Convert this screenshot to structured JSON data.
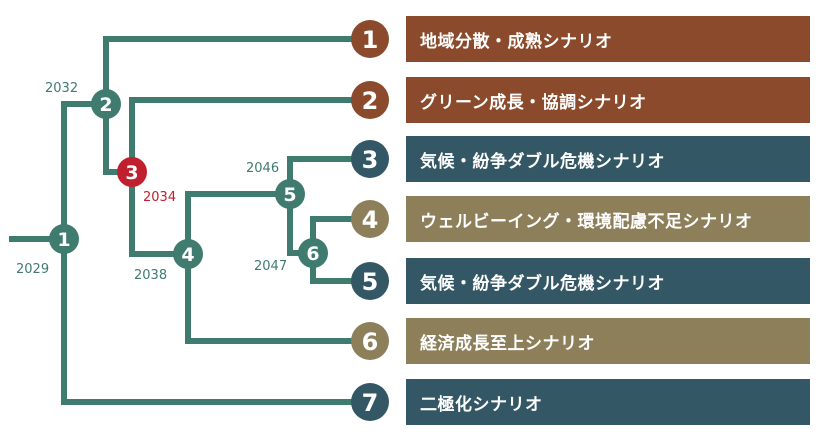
{
  "colors": {
    "branch": "#3f7b6f",
    "highlight": "#c0202e",
    "brown": "#8a4a2b",
    "teal": "#335764",
    "olive": "#8d7f5a"
  },
  "nodes": [
    {
      "label": "1",
      "year": "2029"
    },
    {
      "label": "2",
      "year": "2032"
    },
    {
      "label": "3",
      "year": "2034"
    },
    {
      "label": "4",
      "year": "2038"
    },
    {
      "label": "5",
      "year": "2046"
    },
    {
      "label": "6",
      "year": "2047"
    }
  ],
  "scenarios": [
    {
      "num": "1",
      "title": "地域分散・成熟シナリオ",
      "color": "brown"
    },
    {
      "num": "2",
      "title": "グリーン成長・協調シナリオ",
      "color": "brown"
    },
    {
      "num": "3",
      "title": "気候・紛争ダブル危機シナリオ",
      "color": "teal"
    },
    {
      "num": "4",
      "title": "ウェルビーイング・環境配慮不足シナリオ",
      "color": "olive"
    },
    {
      "num": "5",
      "title": "気候・紛争ダブル危機シナリオ",
      "color": "teal"
    },
    {
      "num": "6",
      "title": "経済成長至上シナリオ",
      "color": "olive"
    },
    {
      "num": "7",
      "title": "二極化シナリオ",
      "color": "teal"
    }
  ]
}
